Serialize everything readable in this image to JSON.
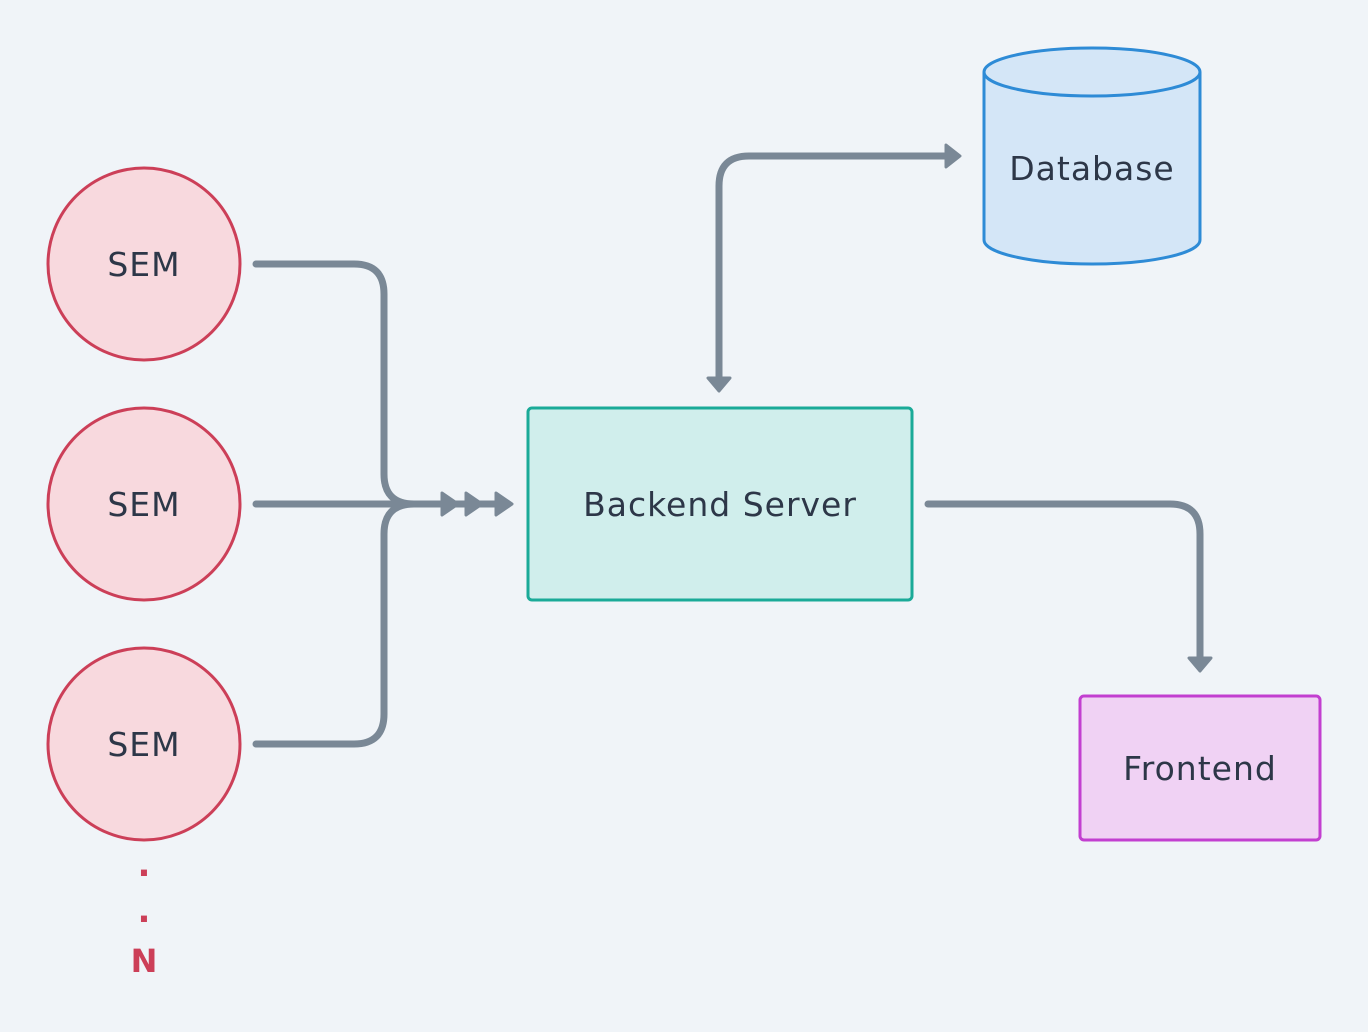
{
  "nodes": {
    "sem_1": {
      "label": "SEM"
    },
    "sem_2": {
      "label": "SEM"
    },
    "sem_3": {
      "label": "SEM"
    },
    "backend": {
      "label": "Backend Server"
    },
    "database": {
      "label": "Database"
    },
    "frontend": {
      "label": "Frontend"
    }
  },
  "ellipsis": {
    "dot_1": ".",
    "dot_2": ".",
    "count": "N"
  },
  "colors": {
    "background": "#f0f4f8",
    "sem_fill": "#f8d9de",
    "sem_stroke": "#cc3f58",
    "backend_fill": "#d0eeec",
    "backend_stroke": "#1aaa98",
    "database_fill": "#d4e6f7",
    "database_stroke": "#2e8bd6",
    "frontend_fill": "#f0d2f4",
    "frontend_stroke": "#c23fd0",
    "connector": "#7a8896",
    "label_text": "#2d3748"
  },
  "edges": [
    {
      "from": "SEM",
      "to": "Backend Server"
    },
    {
      "from": "SEM",
      "to": "Backend Server"
    },
    {
      "from": "SEM",
      "to": "Backend Server"
    },
    {
      "from": "Backend Server",
      "to": "Database"
    },
    {
      "from": "Database",
      "to": "Backend Server"
    },
    {
      "from": "Backend Server",
      "to": "Frontend"
    }
  ]
}
